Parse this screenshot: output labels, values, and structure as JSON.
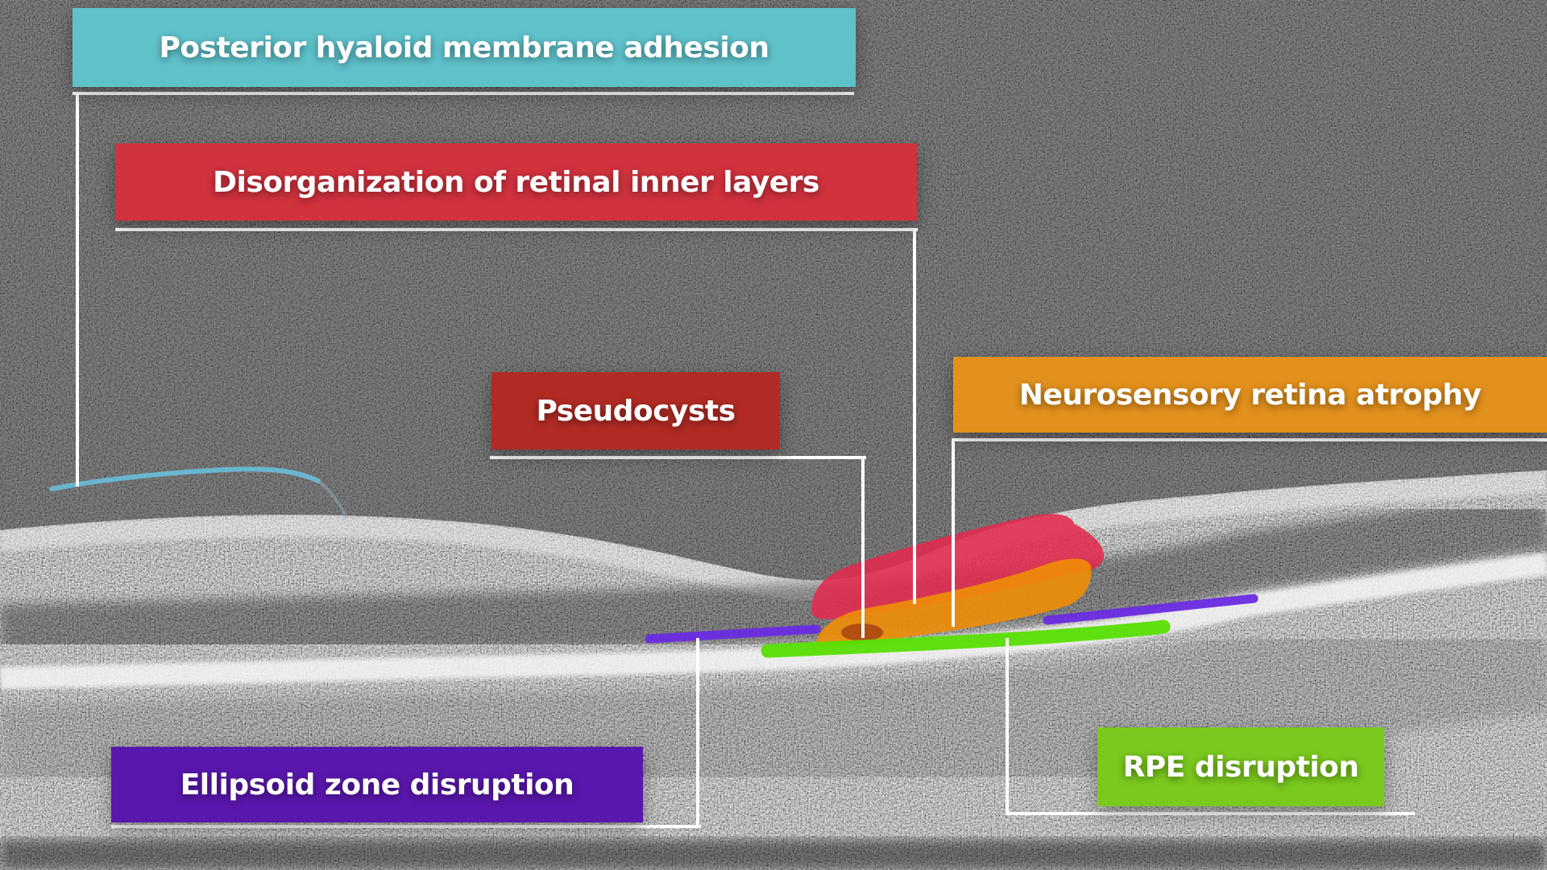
{
  "annotation_labels": [
    {
      "id": "posterior-hyaloid-membrane-adhesion",
      "text": "Posterior hyaloid membrane adhesion",
      "color": "#5fc2cb"
    },
    {
      "id": "disorganization-of-retinal-inner-layers",
      "text": "Disorganization of retinal inner layers",
      "color": "#d0323e"
    },
    {
      "id": "pseudocysts",
      "text": "Pseudocysts",
      "color": "#b12b24"
    },
    {
      "id": "neurosensory-retina-atrophy",
      "text": "Neurosensory retina atrophy",
      "color": "#e3911d"
    },
    {
      "id": "ellipsoid-zone-disruption",
      "text": "Ellipsoid zone disruption",
      "color": "#5a17ad"
    },
    {
      "id": "rpe-disruption",
      "text": "RPE disruption",
      "color": "#7bc91e"
    }
  ],
  "overlays": {
    "posterior_hyaloid_line": "#69b9d6",
    "posterior_hyaloid_tail": "#8fa8b0",
    "dril_region": "#e32a4e",
    "atrophy_region": "#ef8d06",
    "pseudocyst_spot": "#a84310",
    "ellipsoid_line": "#6b2ce2",
    "rpe_line": "#59de04"
  },
  "connectors": {
    "color": "#ffffff"
  }
}
